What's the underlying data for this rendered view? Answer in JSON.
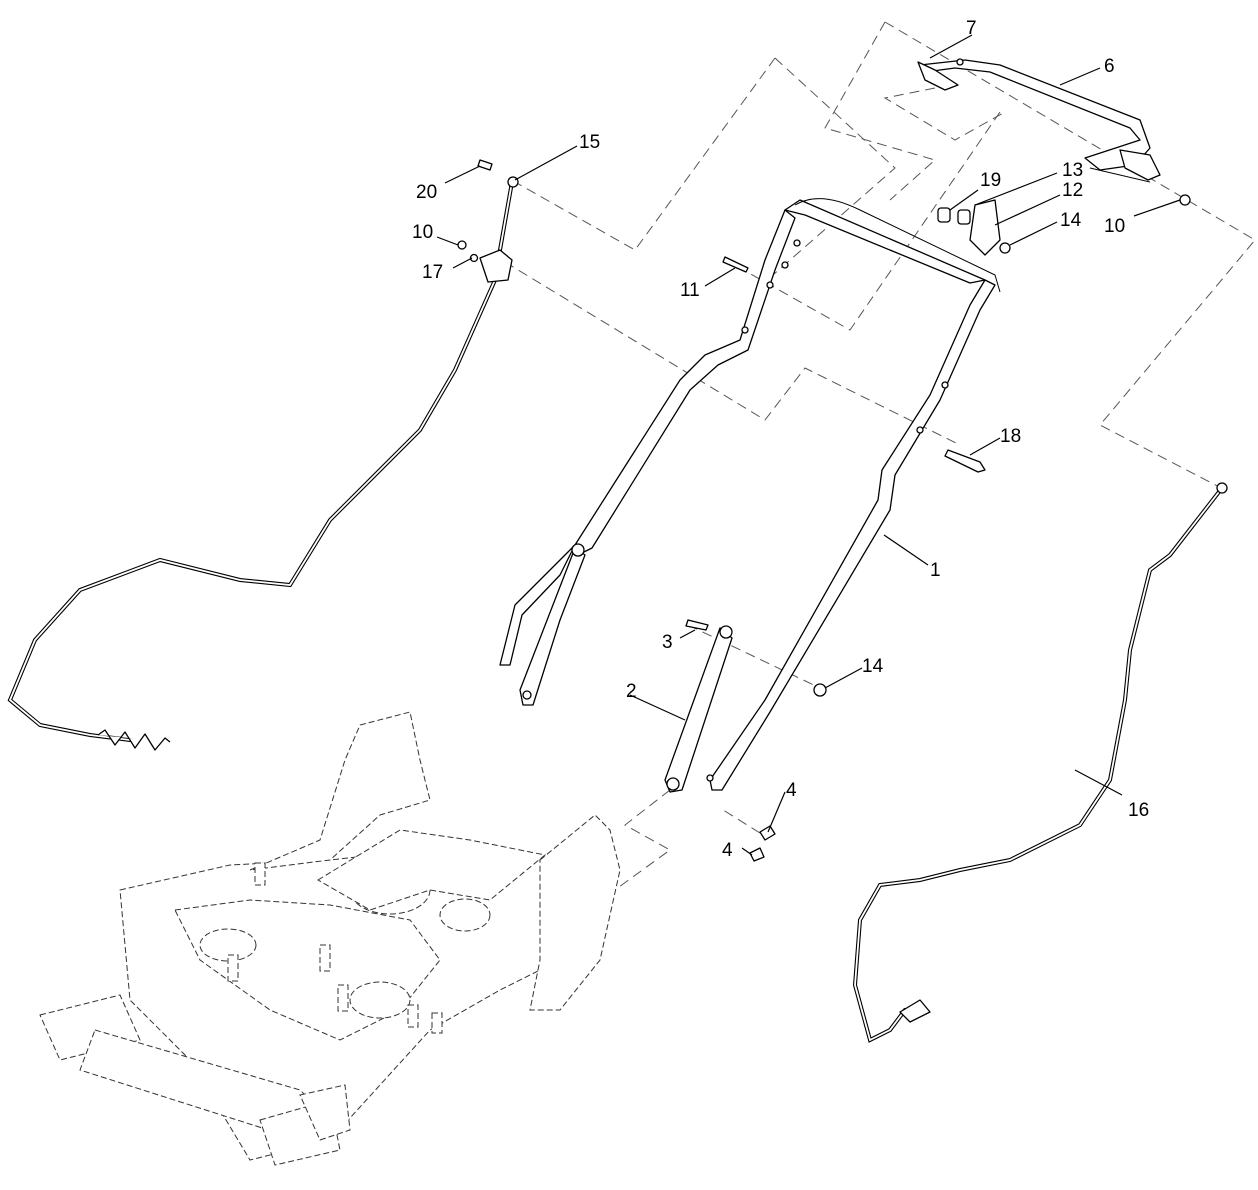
{
  "callouts": {
    "c1": "1",
    "c2": "2",
    "c3": "3",
    "c4a": "4",
    "c4b": "4",
    "c6": "6",
    "c7": "7",
    "c10a": "10",
    "c10b": "10",
    "c11": "11",
    "c12": "12",
    "c13": "13",
    "c14a": "14",
    "c14b": "14",
    "c15": "15",
    "c16": "16",
    "c17": "17",
    "c18": "18",
    "c19": "19",
    "c20": "20"
  }
}
